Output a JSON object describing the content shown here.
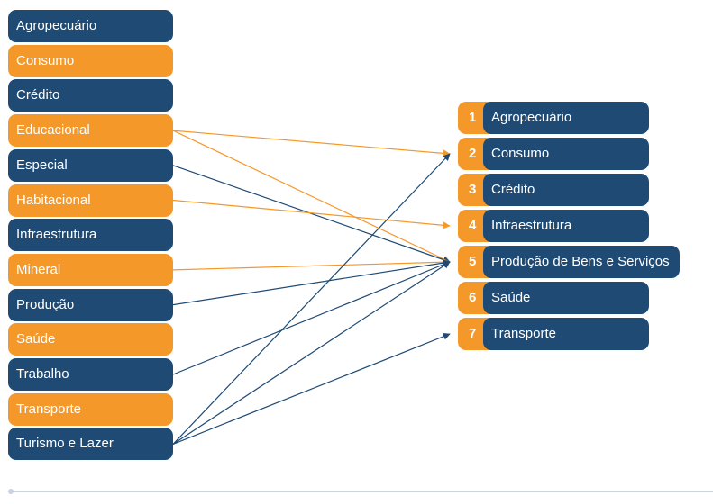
{
  "colors": {
    "navy": "#1e4a74",
    "orange": "#f5982a"
  },
  "left_items": [
    {
      "label": "Agropecuário",
      "color": "navy"
    },
    {
      "label": "Consumo",
      "color": "orange"
    },
    {
      "label": "Crédito",
      "color": "navy"
    },
    {
      "label": "Educacional",
      "color": "orange"
    },
    {
      "label": "Especial",
      "color": "navy"
    },
    {
      "label": "Habitacional",
      "color": "orange"
    },
    {
      "label": "Infraestrutura",
      "color": "navy"
    },
    {
      "label": "Mineral",
      "color": "orange"
    },
    {
      "label": "Produção",
      "color": "navy"
    },
    {
      "label": "Saúde",
      "color": "orange"
    },
    {
      "label": "Trabalho",
      "color": "navy"
    },
    {
      "label": "Transporte",
      "color": "orange"
    },
    {
      "label": "Turismo e Lazer",
      "color": "navy"
    }
  ],
  "right_items": [
    {
      "number": "1",
      "label": "Agropecuário"
    },
    {
      "number": "2",
      "label": "Consumo"
    },
    {
      "number": "3",
      "label": "Crédito"
    },
    {
      "number": "4",
      "label": "Infraestrutura"
    },
    {
      "number": "5",
      "label": "Produção de Bens e Serviços"
    },
    {
      "number": "6",
      "label": "Saúde"
    },
    {
      "number": "7",
      "label": "Transporte"
    }
  ],
  "connections": [
    {
      "from": 3,
      "to": 1,
      "color": "orange"
    },
    {
      "from": 3,
      "to": 4,
      "color": "orange"
    },
    {
      "from": 4,
      "to": 4,
      "color": "navy"
    },
    {
      "from": 5,
      "to": 3,
      "color": "orange"
    },
    {
      "from": 7,
      "to": 4,
      "color": "orange"
    },
    {
      "from": 8,
      "to": 4,
      "color": "navy"
    },
    {
      "from": 10,
      "to": 4,
      "color": "navy"
    },
    {
      "from": 12,
      "to": 1,
      "color": "navy"
    },
    {
      "from": 12,
      "to": 4,
      "color": "navy"
    },
    {
      "from": 12,
      "to": 6,
      "color": "navy"
    }
  ]
}
